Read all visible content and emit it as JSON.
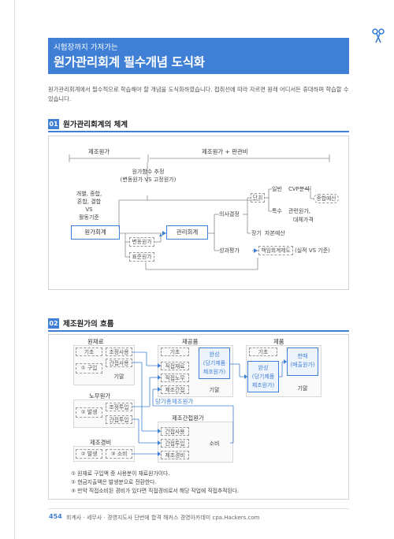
{
  "header": {
    "subtitle": "시험장까지 가져가는",
    "title": "원가관리회계 필수개념 도식화"
  },
  "intro": "원가관리회계에서 필수적으로 학습해야 할 개념을 도식화하였습니다. 접취선에 따라 자르면 원래 어디서든 휴대하며 학습할 수 있습니다.",
  "section1": {
    "num": "01",
    "title": "원가관리회계의 체계",
    "diagram": {
      "left_header": "제조원가",
      "right_header": "제조원가 + 판관비",
      "cost_spec": [
        "원가함수 추정",
        "(변동원가 VS 고정원가)"
      ],
      "cost_side": [
        "개별, 종합,",
        "혼합, 결합",
        "VS",
        "활동기준"
      ],
      "cost_accounting": "원가회계",
      "mgmt_accounting": "관리회계",
      "variable_costing": "변동원가",
      "standard_costing": "표준원가",
      "decision_making": "의사결정",
      "short_term": "단기",
      "long_term": "장기",
      "general": "일반",
      "special": "특수",
      "cvp": "CVP분석",
      "comprehensive_budget": "종합예산",
      "relevant_cost": [
        "관련원가,",
        "대체가격"
      ],
      "capital_budget": "자본예산",
      "perf_eval": "성과평가",
      "resp_accounting": "책임회계제도",
      "actual_vs_standard": "(실적 VS 기준)"
    }
  },
  "section2": {
    "num": "02",
    "title": "제조원가의 흐름",
    "diagram": {
      "materials": {
        "title": "원재료",
        "l1": "기초",
        "l2": "① 구입",
        "r1": "조정사용",
        "r2": "간접사용",
        "r3": "기말"
      },
      "wip": {
        "title": "재공품",
        "l1": "기초",
        "r1": "직접재료",
        "r2": "직접노무",
        "r3": "제조간접",
        "completed": [
          "완성",
          "(당기제품",
          "제조원가)"
        ],
        "end": "기말",
        "cogm": "당기총제조원가"
      },
      "fg": {
        "title": "제품",
        "l1": "기초",
        "completed": [
          "완성",
          "(당기제품",
          "제조원가)"
        ],
        "sales": [
          "판매",
          "(매출원가)"
        ],
        "end": "기말"
      },
      "labor": {
        "title": "노무원가",
        "l1": "② 발생",
        "r1": "조정투입",
        "r2": "간접투입"
      },
      "overhead": {
        "title": "제조경비",
        "l1": "② 발생",
        "r1": "③ 소비"
      },
      "moh": {
        "title": "제조간접원가",
        "r1": "간접사용",
        "r2": "간접투입",
        "r3": "제조경비",
        "applied": "소비"
      },
      "notes": [
        "① 원재료 구입액 중 사용분이 재료원가이다.",
        "② 현금지출액은 발생분으로 전환한다.",
        "③ 만약 직접소비된 경비가 있다면 직접경비로서 해당 작업에 직접추적된다."
      ]
    }
  },
  "footer": {
    "page": "454",
    "text": "회계사 · 세무사 · 경영지도사 단번에 합격 해커스 경영아카데미 cpa.Hackers.com"
  },
  "colors": {
    "accent": "#3f7fd6",
    "scissors": "#3f7fd6"
  },
  "icons": {
    "scissors": "scissors-icon"
  }
}
